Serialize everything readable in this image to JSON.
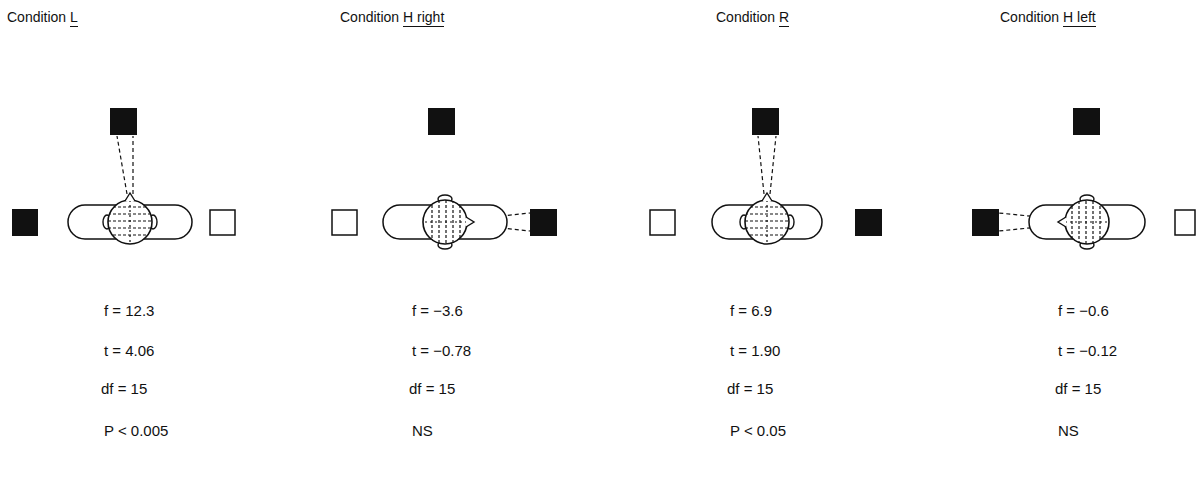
{
  "diagram": {
    "labels": [
      "Condition L",
      "f = 12.3",
      "t = 4.06",
      "df = 15",
      "P < 0.005",
      "Condition H right",
      "f = −3.6",
      "t = −0.78",
      "df = 15",
      "NS",
      "Condition R",
      "f = 6.9",
      "t = 1.90",
      "df = 15",
      "P < 0.05",
      "Condition H left",
      "f = −0.6",
      "t = −0.12",
      "df = 15",
      "NS"
    ]
  }
}
